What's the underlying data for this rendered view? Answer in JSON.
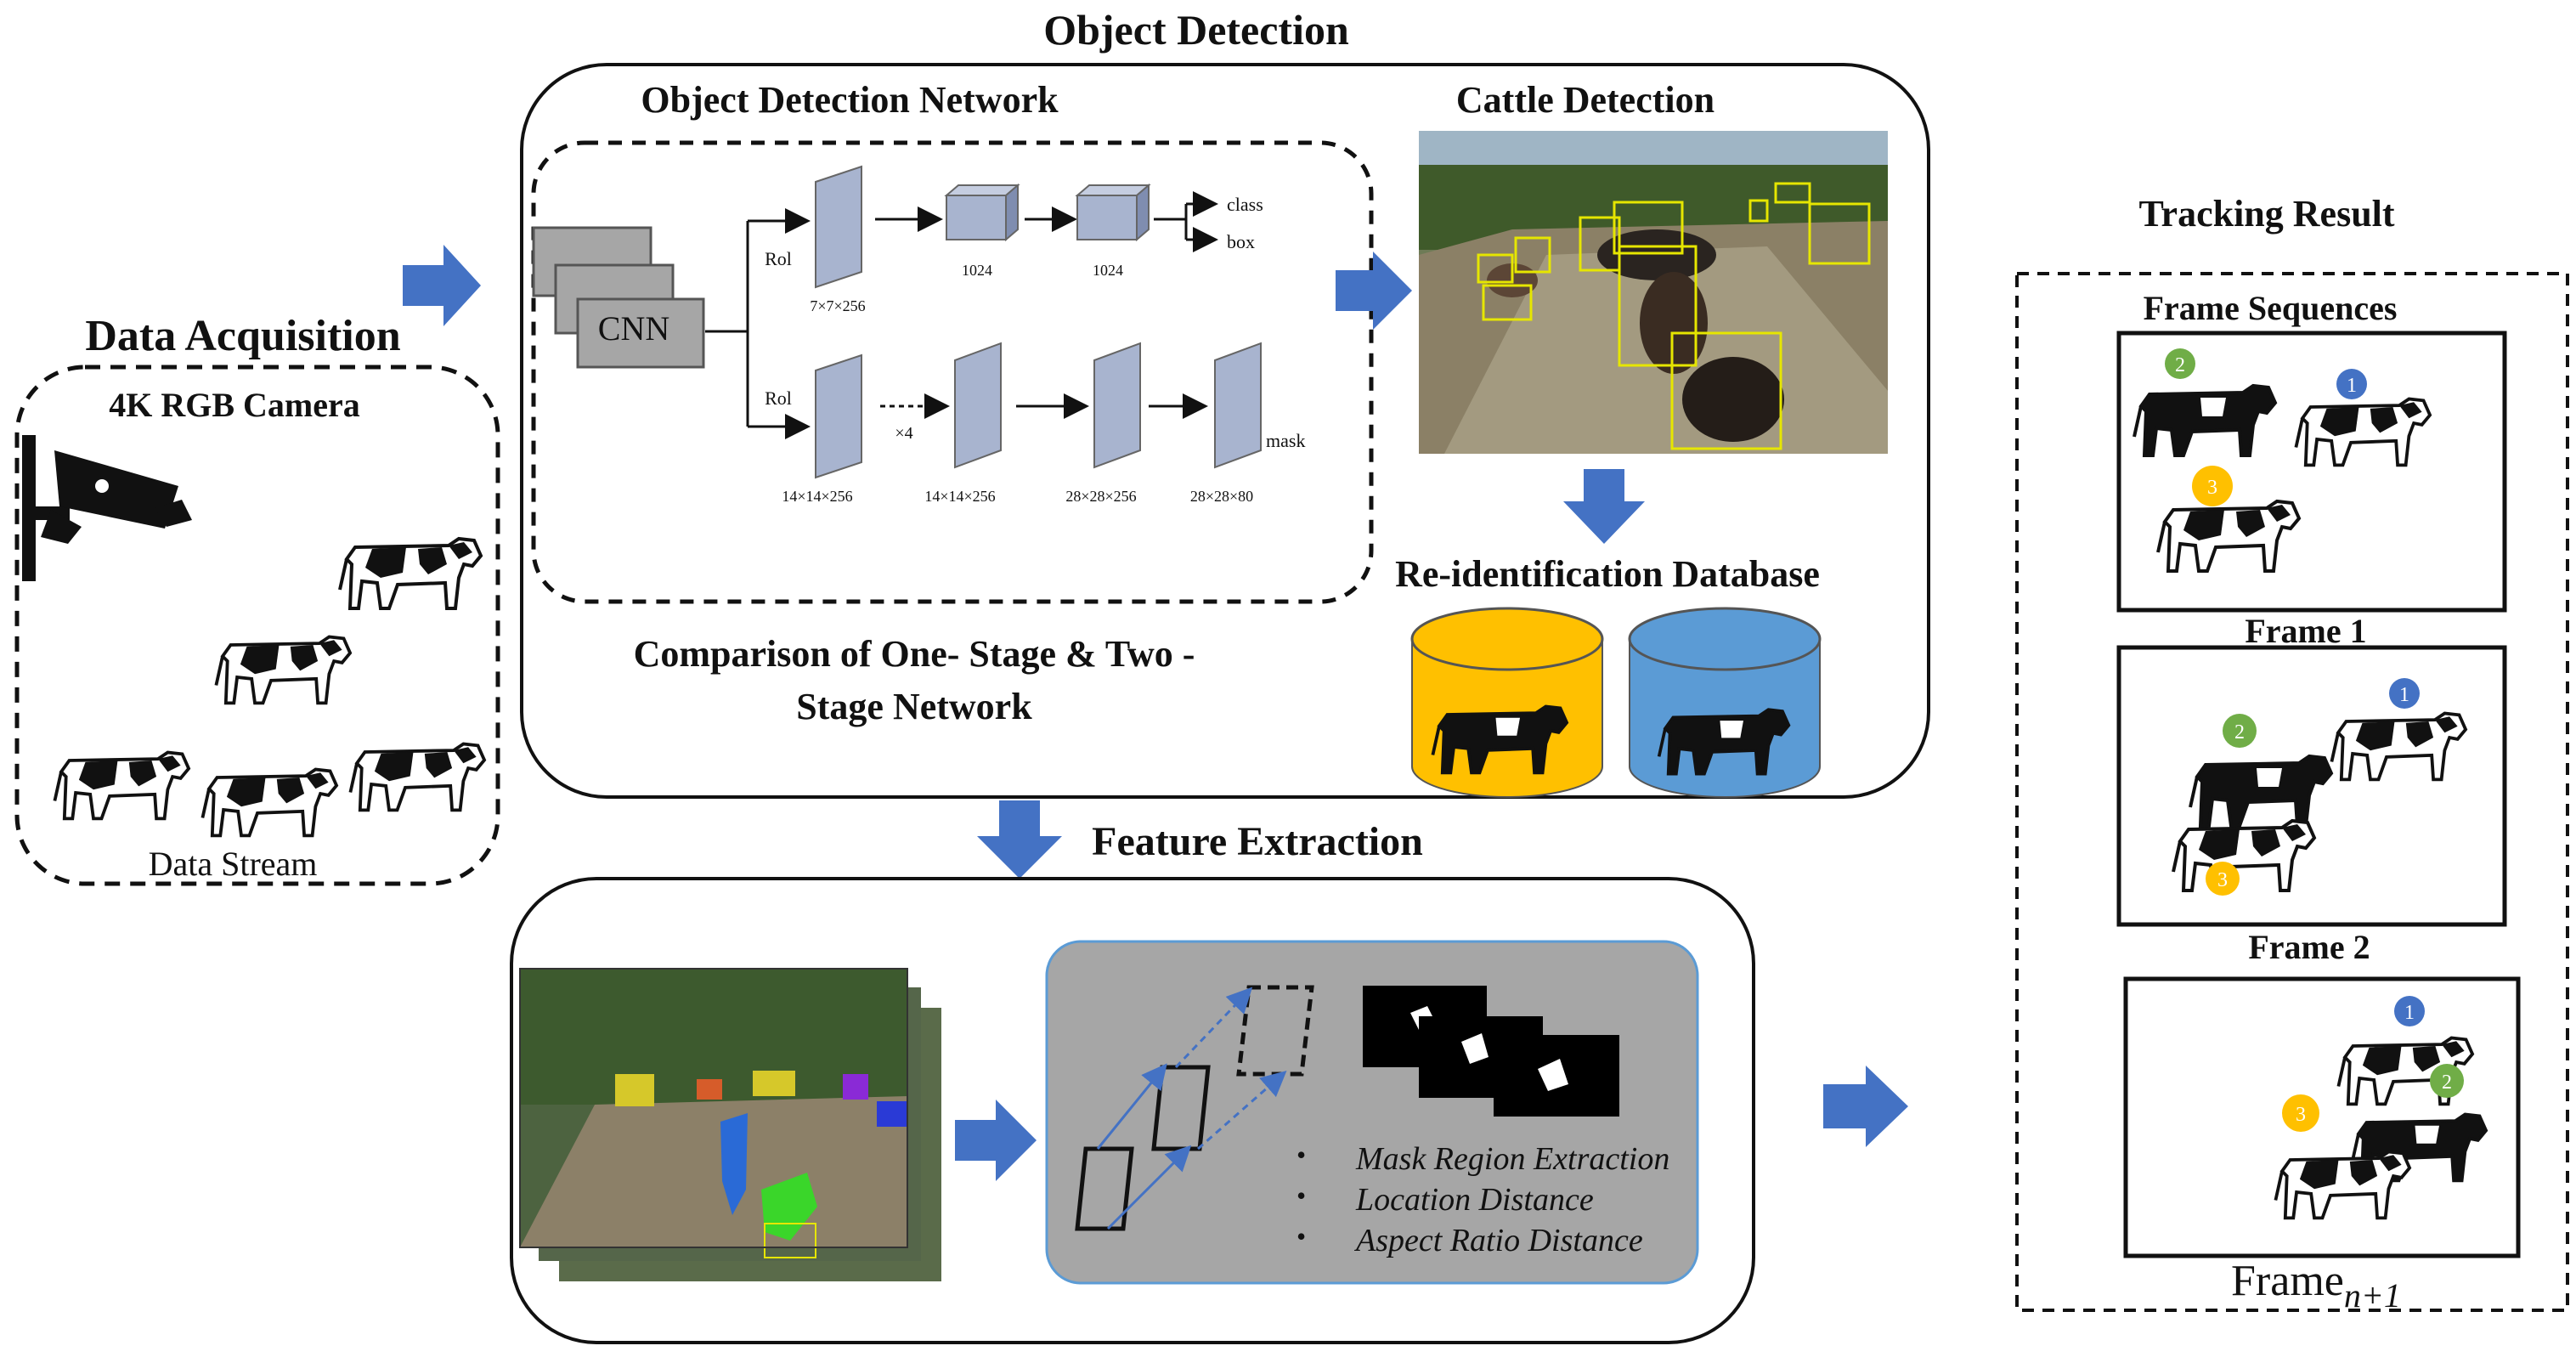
{
  "title": "Object Detection",
  "acquisition": {
    "title": "Data Acquisition",
    "camera": "4K RGB  Camera",
    "stream": "Data Stream"
  },
  "detection": {
    "network_title": "Object Detection Network",
    "cnn": "CNN",
    "rol_top": "Rol",
    "rol_bottom": "Rol",
    "x4": "×4",
    "class": "class",
    "box": "box",
    "mask": "mask",
    "dims": [
      "7×7×256",
      "1024",
      "1024",
      "14×14×256",
      "14×14×256",
      "28×28×256",
      "28×28×80"
    ],
    "comparison_line1": "Comparison of One- Stage & Two -",
    "comparison_line2": "Stage Network",
    "cattle_title": "Cattle Detection",
    "reid_title": "Re-identification Database"
  },
  "feature": {
    "title": "Feature Extraction",
    "bullets": [
      "Mask Region Extraction",
      "Location Distance",
      "Aspect Ratio Distance"
    ]
  },
  "tracking": {
    "title": "Tracking Result",
    "subtitle": "Frame Sequences",
    "frame1": "Frame 1",
    "frame2": "Frame 2",
    "frameN": "Frame",
    "frameN_sub": "n+1",
    "ids": [
      "1",
      "2",
      "3"
    ]
  },
  "colors": {
    "arrow": "#4472c4",
    "id1": "#4472c4",
    "id2": "#70ad47",
    "id3": "#ffc000",
    "db_yellow": "#ffc000",
    "db_blue": "#5b9bd5",
    "panel_gray": "#a6a6a6",
    "layer_blue": "#a8b4cf"
  }
}
